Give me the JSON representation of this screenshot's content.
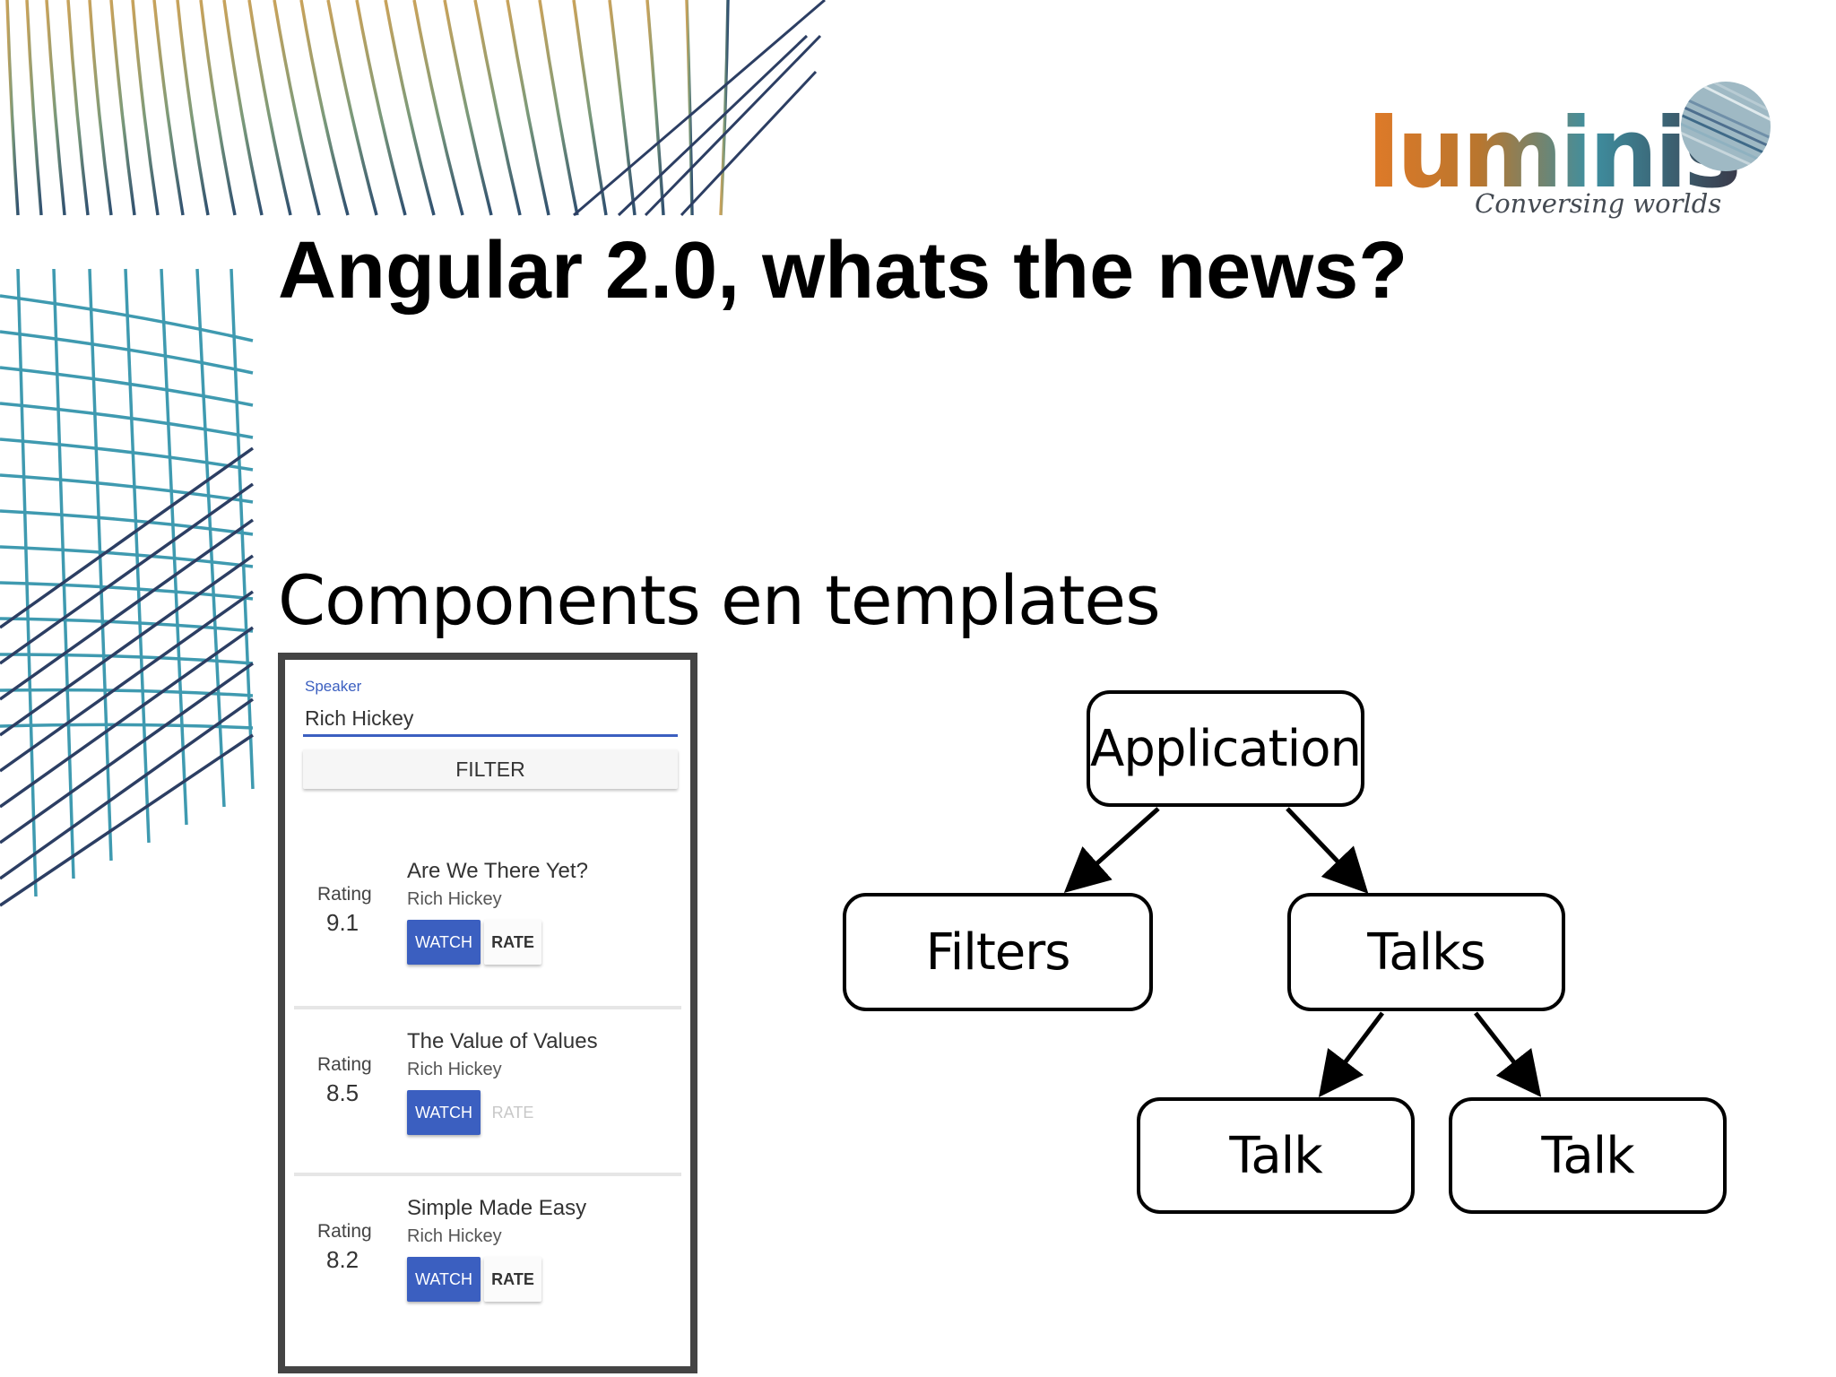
{
  "logo": {
    "word": "luminis",
    "tagline": "Conversing worlds"
  },
  "slide": {
    "title": "Angular 2.0, whats the news?",
    "subtitle": "Components en templates"
  },
  "app": {
    "speaker_label": "Speaker",
    "speaker_value": "Rich Hickey",
    "filter_label": "FILTER",
    "talks": [
      {
        "rating_label": "Rating",
        "rating": "9.1",
        "title": "Are We There Yet?",
        "speaker": "Rich Hickey",
        "watch_label": "WATCH",
        "rate_label": "RATE",
        "rate_disabled": false
      },
      {
        "rating_label": "Rating",
        "rating": "8.5",
        "title": "The Value of Values",
        "speaker": "Rich Hickey",
        "watch_label": "WATCH",
        "rate_label": "RATE",
        "rate_disabled": true
      },
      {
        "rating_label": "Rating",
        "rating": "8.2",
        "title": "Simple Made Easy",
        "speaker": "Rich Hickey",
        "watch_label": "WATCH",
        "rate_label": "RATE",
        "rate_disabled": false
      }
    ]
  },
  "tree": {
    "root": "Application",
    "filters": "Filters",
    "talks": "Talks",
    "talk_a": "Talk",
    "talk_b": "Talk"
  },
  "colors": {
    "accent": "#3b5fc0",
    "frame": "#444444",
    "logo_orange": "#e07a28",
    "logo_teal": "#3e8fa0"
  }
}
